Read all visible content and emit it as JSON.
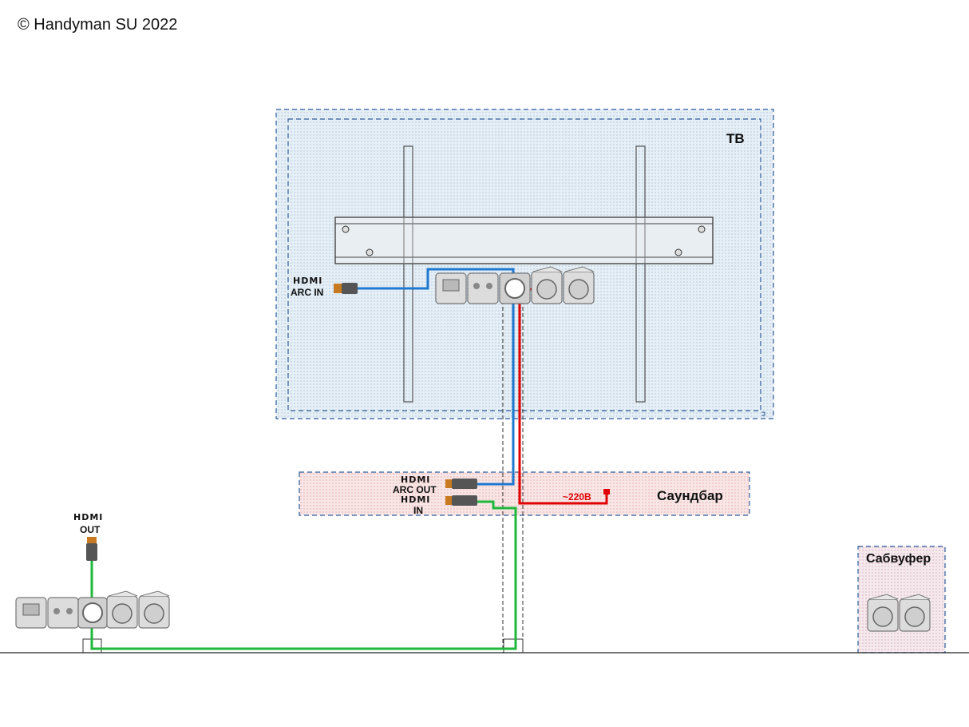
{
  "copyright": "© Handyman SU 2022",
  "labels": {
    "tv": "ТВ",
    "soundbar": "Саундбар",
    "subwoofer": "Сабвуфер",
    "voltage": "~220В"
  },
  "hdmi": {
    "logo": "HDMI",
    "tv_port": "ARC IN",
    "soundbar_out": "ARC OUT",
    "soundbar_in": "IN",
    "source_out": "OUT"
  },
  "colors": {
    "hdmi_arc_cable": "#1e78d0",
    "hdmi_in_cable": "#1fb83a",
    "power_cable": "#e00000",
    "zone_border": "#2a5a9a",
    "tv_fill": "#e4eef5",
    "soundbar_fill": "#f7e2e2"
  }
}
